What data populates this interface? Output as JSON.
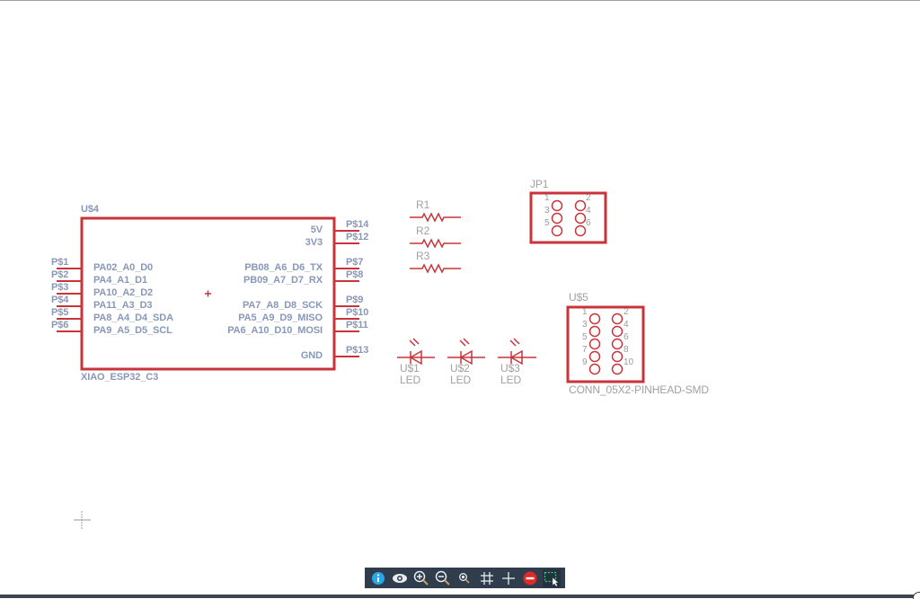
{
  "schematic": {
    "u4": {
      "name": "U$4",
      "value": "XIAO_ESP32_C3",
      "left_pins": [
        {
          "pin": "P$1",
          "signal": "PA02_A0_D0"
        },
        {
          "pin": "P$2",
          "signal": "PA4_A1_D1"
        },
        {
          "pin": "P$3",
          "signal": "PA10_A2_D2"
        },
        {
          "pin": "P$4",
          "signal": "PA11_A3_D3"
        },
        {
          "pin": "P$5",
          "signal": "PA8_A4_D4_SDA"
        },
        {
          "pin": "P$6",
          "signal": "PA9_A5_D5_SCL"
        }
      ],
      "right_pins": [
        {
          "pin": "P$14",
          "signal": "5V"
        },
        {
          "pin": "P$12",
          "signal": "3V3"
        },
        {
          "pin": "P$7",
          "signal": "PB08_A6_D6_TX"
        },
        {
          "pin": "P$8",
          "signal": "PB09_A7_D7_RX"
        },
        {
          "pin": "P$9",
          "signal": "PA7_A8_D8_SCK"
        },
        {
          "pin": "P$10",
          "signal": "PA5_A9_D9_MISO"
        },
        {
          "pin": "P$11",
          "signal": "PA6_A10_D10_MOSI"
        },
        {
          "pin": "P$13",
          "signal": "GND"
        }
      ]
    },
    "resistors": [
      {
        "name": "R1"
      },
      {
        "name": "R2"
      },
      {
        "name": "R3"
      }
    ],
    "jp1": {
      "name": "JP1",
      "pins": [
        "1",
        "2",
        "3",
        "4",
        "5",
        "6"
      ]
    },
    "leds": [
      {
        "name": "U$1",
        "value": "LED"
      },
      {
        "name": "U$2",
        "value": "LED"
      },
      {
        "name": "U$3",
        "value": "LED"
      }
    ],
    "u5": {
      "name": "U$5",
      "value": "CONN_05X2-PINHEAD-SMD",
      "pins": [
        "1",
        "2",
        "3",
        "4",
        "5",
        "6",
        "7",
        "8",
        "9",
        "10"
      ]
    }
  },
  "toolbar": {
    "items": [
      {
        "id": "info",
        "icon": "info-icon",
        "title": "Info"
      },
      {
        "id": "show",
        "icon": "eye-icon",
        "title": "Show"
      },
      {
        "id": "zoom-in",
        "icon": "zoom-in-icon",
        "title": "Zoom in"
      },
      {
        "id": "zoom-out",
        "icon": "zoom-out-icon",
        "title": "Zoom out"
      },
      {
        "id": "zoom-fit",
        "icon": "zoom-fit-icon",
        "title": "Zoom to fit"
      },
      {
        "id": "grid",
        "icon": "grid-icon",
        "title": "Grid"
      },
      {
        "id": "cross",
        "icon": "crosshair-icon",
        "title": "Cursor"
      },
      {
        "id": "stop",
        "icon": "stop-icon",
        "title": "Stop"
      },
      {
        "id": "select",
        "icon": "select-area-icon",
        "title": "Select"
      }
    ]
  },
  "colors": {
    "symbol": "#c8343a",
    "label_blue": "#8898b8",
    "label_gray": "#a0a0a0",
    "toolbar_bg": "#2f3d4c"
  }
}
